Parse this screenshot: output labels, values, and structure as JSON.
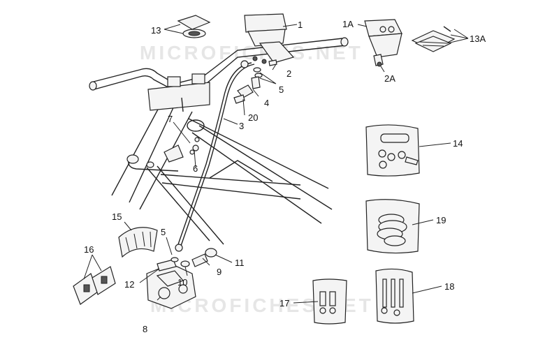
{
  "watermark": "MICROFICHES.NET",
  "callouts": {
    "c1": "1",
    "c1A": "1A",
    "c2": "2",
    "c2A": "2A",
    "c3": "3",
    "c4": "4",
    "c5a": "5",
    "c5b": "5",
    "c6": "6",
    "c7": "7",
    "c8": "8",
    "c9": "9",
    "c10": "10",
    "c11": "11",
    "c12": "12",
    "c13": "13",
    "c13A": "13A",
    "c14": "14",
    "c15": "15",
    "c16": "16",
    "c17": "17",
    "c18": "18",
    "c19": "19",
    "c20": "20"
  }
}
